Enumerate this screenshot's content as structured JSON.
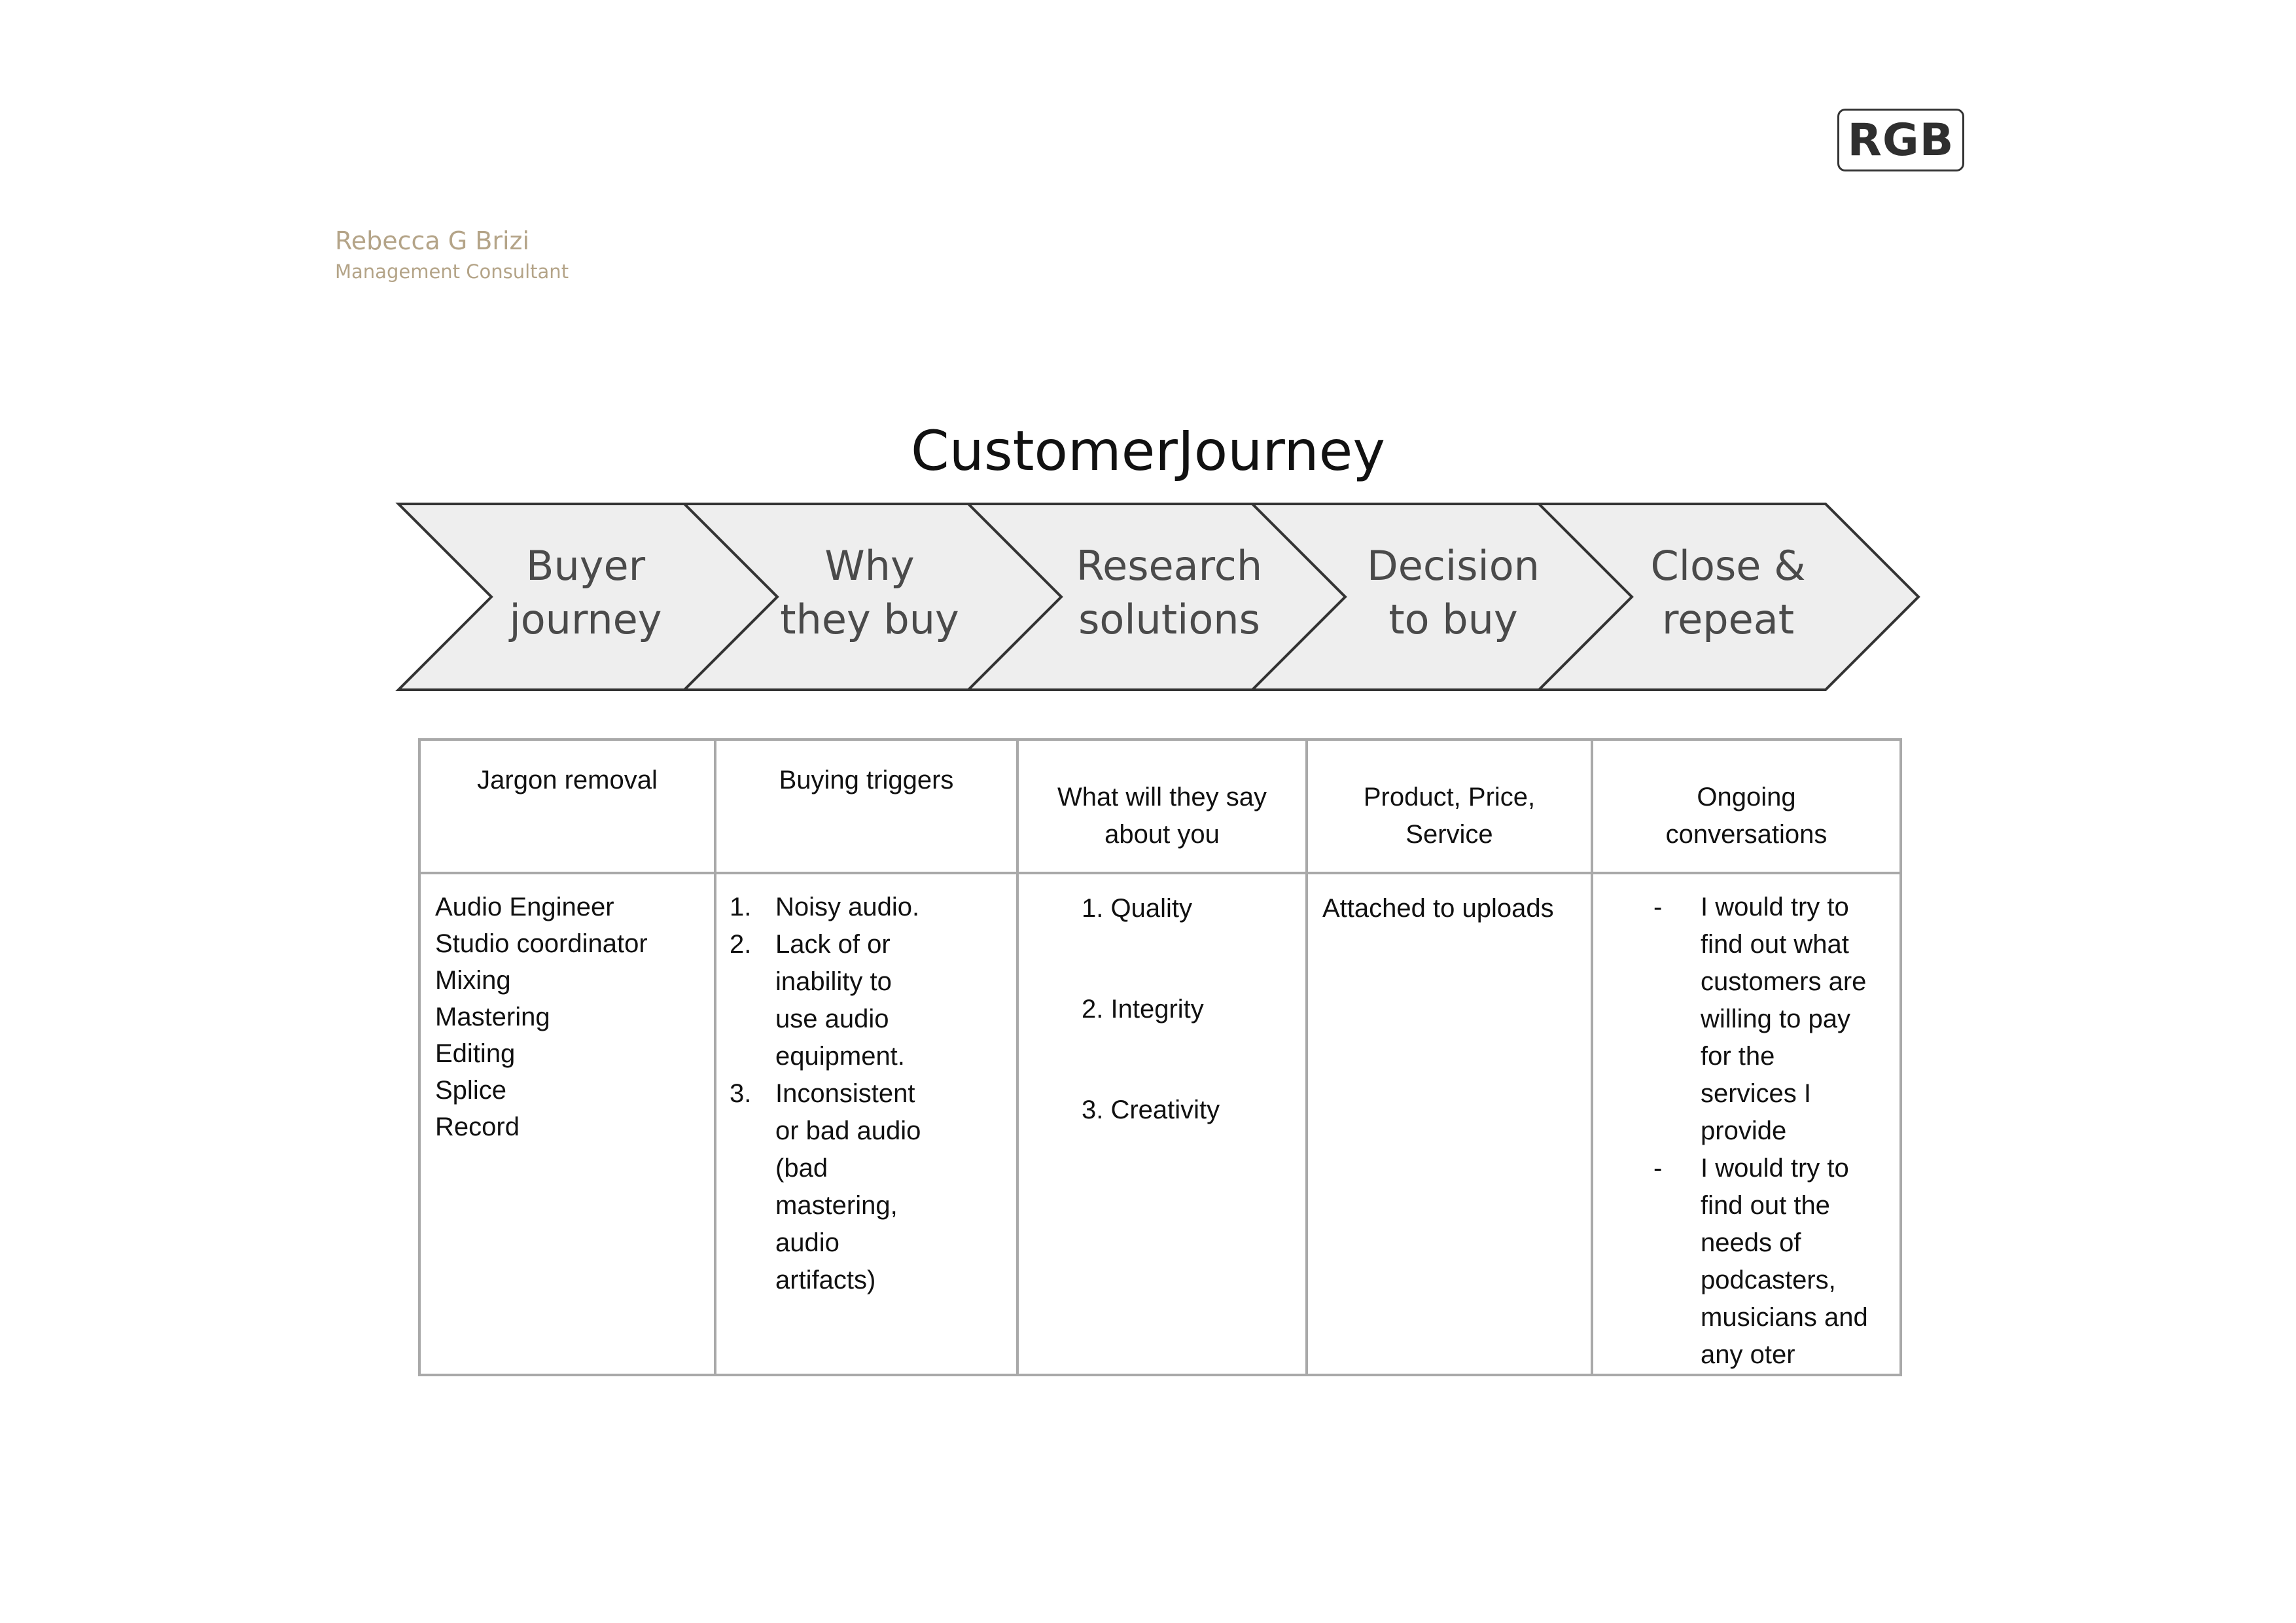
{
  "logo": {
    "text": "RGB"
  },
  "author": {
    "name": "Rebecca G Brizi",
    "role": "Management Consultant"
  },
  "title": "CustomerJourney",
  "stages": [
    {
      "line1": "Buyer",
      "line2": "journey"
    },
    {
      "line1": "Why",
      "line2": "they buy"
    },
    {
      "line1": "Research",
      "line2": "solutions"
    },
    {
      "line1": "Decision",
      "line2": "to buy"
    },
    {
      "line1": "Close &",
      "line2": "repeat"
    }
  ],
  "table": {
    "headers": [
      {
        "line1": "Jargon removal",
        "line2": ""
      },
      {
        "line1": "Buying triggers",
        "line2": ""
      },
      {
        "line1": "What will they say",
        "line2": "about you"
      },
      {
        "line1": "Product, Price,",
        "line2": "Service"
      },
      {
        "line1": "Ongoing",
        "line2": "conversations"
      }
    ],
    "jargon": [
      "Audio Engineer",
      "Studio coordinator",
      "Mixing",
      "Mastering",
      "Editing",
      "Splice",
      "Record"
    ],
    "triggers": [
      {
        "num": "1.",
        "lines": [
          "Noisy audio."
        ]
      },
      {
        "num": "2.",
        "lines": [
          "Lack of or",
          "inability to",
          "use audio",
          "equipment."
        ]
      },
      {
        "num": "3.",
        "lines": [
          "Inconsistent",
          "or bad audio",
          "(bad",
          "mastering,",
          "audio",
          "artifacts)"
        ]
      }
    ],
    "say": [
      "1. Quality",
      "2. Integrity",
      "3. Creativity"
    ],
    "product": "Attached to uploads",
    "ongoing": [
      {
        "mark": "-",
        "lines": [
          "I would try to",
          "find out what",
          "customers are",
          "willing to pay",
          "for the",
          "services I",
          "provide"
        ]
      },
      {
        "mark": "-",
        "lines": [
          "I would try to",
          "find out the",
          "needs of",
          "podcasters,",
          "musicians and",
          "any oter"
        ]
      }
    ]
  }
}
